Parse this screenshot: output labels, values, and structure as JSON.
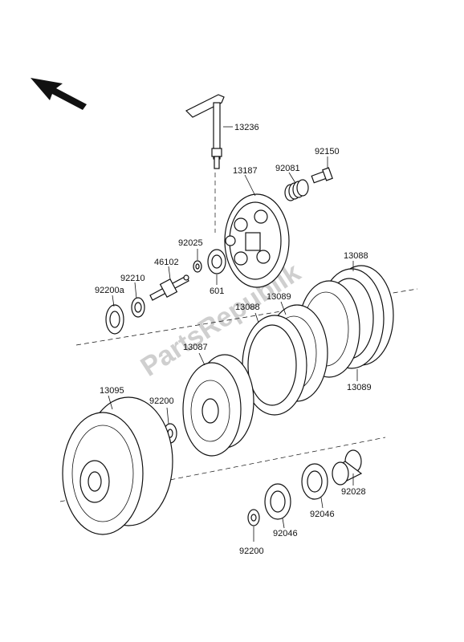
{
  "watermark": "PartsRepublik",
  "labels": {
    "p13236": "13236",
    "p92150": "92150",
    "p92081": "92081",
    "p13187": "13187",
    "p92025": "92025",
    "p46102": "46102",
    "p92210": "92210",
    "p92200a": "92200a",
    "p601": "601",
    "p13088_top": "13088",
    "p13088_mid": "13088",
    "p13089_top": "13089",
    "p13089_bot": "13089",
    "p13087": "13087",
    "p13095": "13095",
    "p92200_upper": "92200",
    "p92200_lower": "92200",
    "p92046_left": "92046",
    "p92046_right": "92046",
    "p92028": "92028"
  },
  "icons": {
    "direction": "direction-arrow-icon"
  }
}
